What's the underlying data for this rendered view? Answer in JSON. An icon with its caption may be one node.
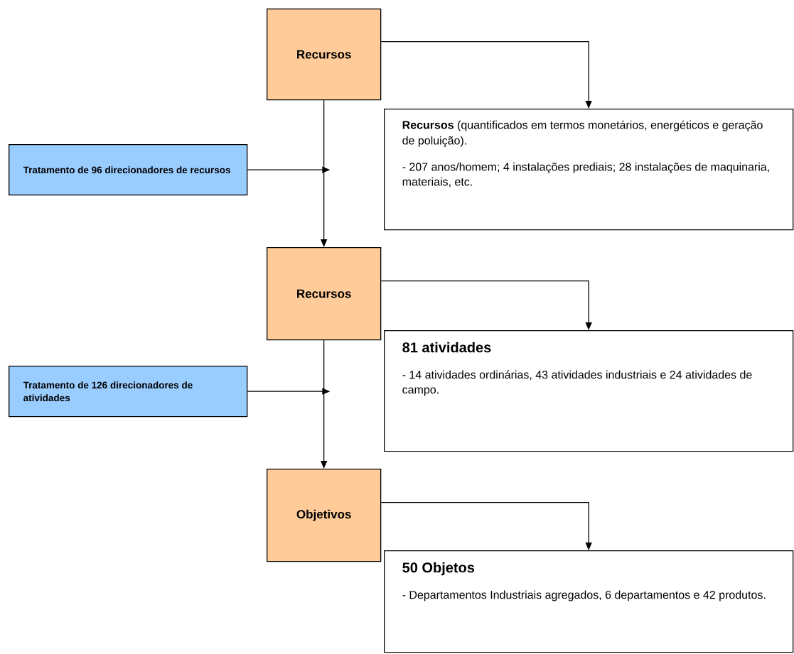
{
  "diagram": {
    "nodes": [
      {
        "text": [
          "Recursos"
        ]
      },
      {
        "text": [
          "**Recursos** (quantificados em termos monetários, energéticos e geração de poluição).",
          "- 207 anos/homem; 4 instalações prediais; 28 instalações de maquinaria, materiais, etc."
        ]
      },
      {
        "text": [
          "Tratamento de 96 direcionadores de recursos"
        ]
      },
      {
        "text": [
          "Recursos"
        ]
      },
      {
        "text": [
          "81 atividades",
          "- 14 atividades ordinárias, 43 atividades industriais e 24 atividades de campo."
        ]
      },
      {
        "text": [
          "Tratamento de 126 direcionadores de atividades"
        ]
      },
      {
        "text": [
          "Objetivos"
        ]
      },
      {
        "text": [
          "50 Objetos",
          "- Departamentos Industriais agregados, 6 departamentos e 42 produtos."
        ]
      }
    ],
    "edges": [
      {
        "from": 0,
        "to": 1,
        "arrow": "to"
      },
      {
        "from": 0,
        "to": 3,
        "arrow": "to"
      },
      {
        "from": 2,
        "to": null,
        "arrow": "to"
      },
      {
        "from": 3,
        "to": 4,
        "arrow": "to"
      },
      {
        "from": 3,
        "to": 6,
        "arrow": "to"
      },
      {
        "from": 5,
        "to": null,
        "arrow": "to"
      },
      {
        "from": 6,
        "to": 7,
        "arrow": "to"
      }
    ]
  }
}
